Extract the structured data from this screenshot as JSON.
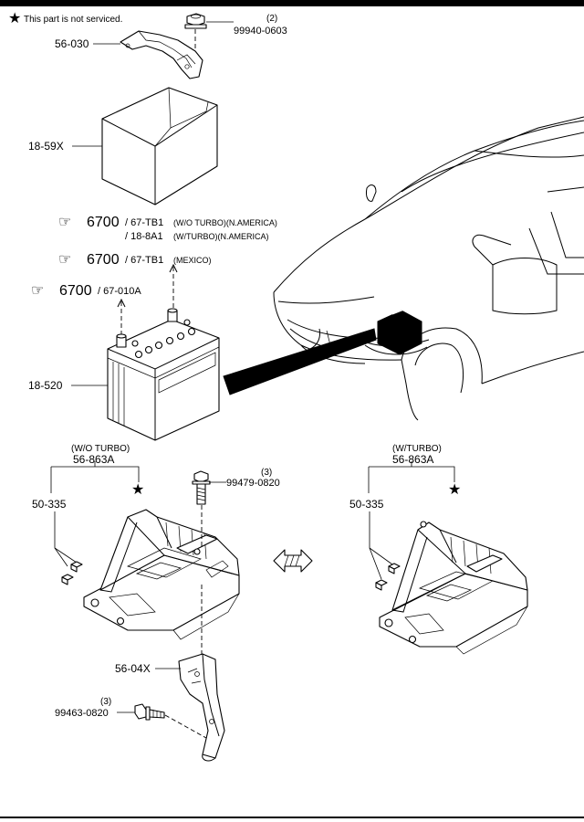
{
  "note": {
    "star": "★",
    "text": "This part is not serviced."
  },
  "parts": {
    "bracket_top": "56-030",
    "nut": {
      "qty": "(2)",
      "number": "99940-0603"
    },
    "cover": "18-59X",
    "battery": "18-520",
    "tray_wo_turbo": {
      "condition": "(W/O TURBO)",
      "number": "56-863A"
    },
    "tray_w_turbo": {
      "condition": "(W/TURBO)",
      "number": "56-863A"
    },
    "pad_left": "50-335",
    "pad_right": "50-335",
    "bolt_upper": {
      "qty": "(3)",
      "number": "99479-0820"
    },
    "stay": "56-04X",
    "bolt_lower": {
      "qty": "(3)",
      "number": "99463-0820"
    }
  },
  "refs": [
    {
      "fig": "6700",
      "text": "/ 67-TB1",
      "cond": "(W/O TURBO)(N.AMERICA)"
    },
    {
      "fig": "",
      "text": "/ 18-8A1",
      "cond": "(W/TURBO)(N.AMERICA)"
    },
    {
      "fig": "6700",
      "text": "/ 67-TB1",
      "cond": "(MEXICO)"
    },
    {
      "fig": "6700",
      "text": "/ 67-010A",
      "cond": ""
    }
  ],
  "icons": {
    "reference": "pointing-hand-icon",
    "star": "star-icon",
    "swap": "double-arrow-icon"
  }
}
